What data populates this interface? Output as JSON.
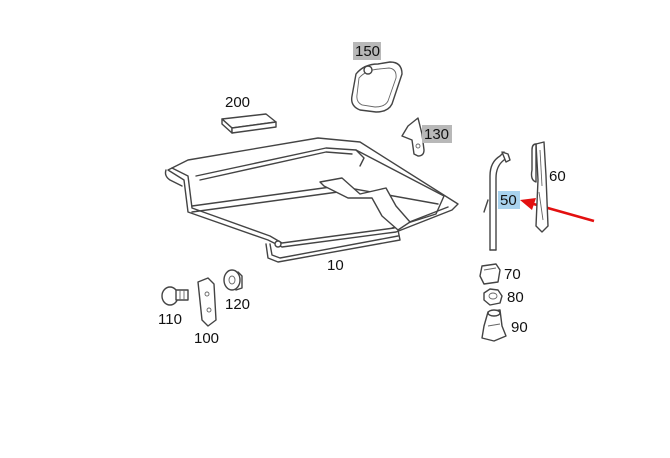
{
  "parts": [
    {
      "id": "150",
      "label": "150",
      "highlight": "grey"
    },
    {
      "id": "200",
      "label": "200",
      "highlight": "none"
    },
    {
      "id": "130",
      "label": "130",
      "highlight": "grey"
    },
    {
      "id": "60",
      "label": "60",
      "highlight": "none"
    },
    {
      "id": "50",
      "label": "50",
      "highlight": "blue"
    },
    {
      "id": "10",
      "label": "10",
      "highlight": "none"
    },
    {
      "id": "70",
      "label": "70",
      "highlight": "none"
    },
    {
      "id": "80",
      "label": "80",
      "highlight": "none"
    },
    {
      "id": "90",
      "label": "90",
      "highlight": "none"
    },
    {
      "id": "110",
      "label": "110",
      "highlight": "none"
    },
    {
      "id": "120",
      "label": "120",
      "highlight": "none"
    },
    {
      "id": "100",
      "label": "100",
      "highlight": "none"
    }
  ],
  "colors": {
    "highlight_grey": "#b8b8b8",
    "highlight_blue": "#a9d3ef",
    "pointer_arrow": "#e31010",
    "line": "#444444"
  }
}
